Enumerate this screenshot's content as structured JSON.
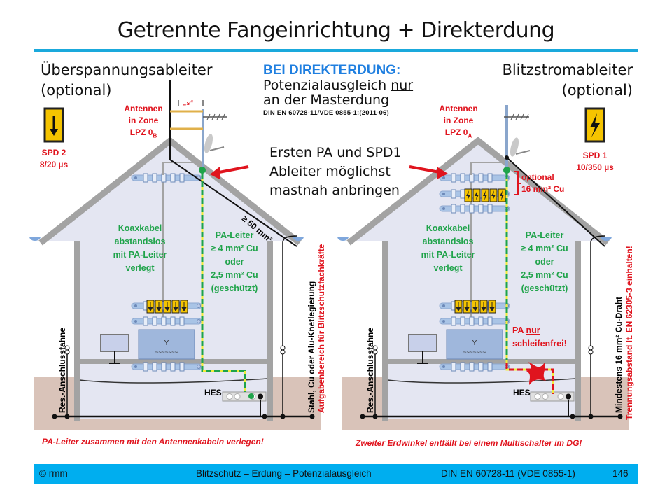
{
  "title": "Getrennte Fangeinrichtung + Direkterdung",
  "header_left": {
    "line1": "Überspannungsableiter",
    "line2": "(optional)"
  },
  "header_right": {
    "line1": "Blitzstromableiter",
    "line2": "(optional)"
  },
  "middle_note": {
    "heading": "BEI DIREKTERDUNG:",
    "line1_prefix": "Potenzialausgleich ",
    "line1_underlined": "nur",
    "line2": "an der Masterdung",
    "standard": "DIN EN 60728-11/VDE 0855-1:(2011-06)"
  },
  "callout": {
    "line1": "Ersten PA und SPD1",
    "line2": "Ableiter möglichst",
    "line3": "mastnah anbringen"
  },
  "left_diagram": {
    "spd_label": "SPD 2",
    "spd_rating": "8/20 µs",
    "spd_icon": "arrow-down-icon",
    "antenna_label": {
      "line1": "Antennen",
      "line2": "in Zone",
      "line3": "LPZ 0",
      "sub": "B"
    },
    "separation_label": "„s“",
    "conductor_label": "≥ 50 mm²",
    "coax_label": {
      "line1": "Koaxkabel",
      "line2": "abstandslos",
      "line3": "mit PA-Leiter",
      "line4": "verlegt"
    },
    "pa_label": {
      "line1": "PA-Leiter",
      "line2": "≥ 4 mm² Cu",
      "line3": "oder",
      "line4": "2,5 mm² Cu",
      "line5": "(geschützt)"
    },
    "hes_label": "HES",
    "earth_label": "Res.-Anschlussfahne",
    "down_conductor_label": "Stahl, Cu oder Alu-Knetlegierung",
    "responsibility_label": "Aufgabenbereich für Blitzschutzfachkräfte",
    "bottom_note": "PA-Leiter zusammen mit den Antennenkabeln verlegen!"
  },
  "right_diagram": {
    "spd_label": "SPD 1",
    "spd_rating": "10/350 µs",
    "spd_icon": "lightning-bolt-icon",
    "antenna_label": {
      "line1": "Antennen",
      "line2": "in  Zone",
      "line3": "LPZ 0",
      "sub": "A"
    },
    "optional_label": {
      "line1": "optional",
      "line2": "16 mm² Cu"
    },
    "coax_label": {
      "line1": "Koaxkabel",
      "line2": "abstandslos",
      "line3": "mit PA-Leiter",
      "line4": "verlegt"
    },
    "pa_label": {
      "line1": "PA-Leiter",
      "line2": "≥ 4 mm² Cu",
      "line3": "oder",
      "line4": "2,5 mm² Cu",
      "line5": "(geschützt)"
    },
    "loop_label": {
      "prefix": "PA ",
      "underlined": "nur",
      "line2": "schleifenfrei!"
    },
    "hes_label": "HES",
    "earth_label": "Res.-Anschlussfahne",
    "down_conductor_label": "Mindestens 16 mm² Cu-Draht",
    "separation_rule_label": "Trennungsabstand lt. EN 62305-3 einhalten!",
    "bottom_note": "Zweiter Erdwinkel entfällt bei einem Multischalter im DG!"
  },
  "footer": {
    "copyright": "© rmm",
    "topic": "Blitzschutz – Erdung – Potenzialausgleich",
    "standard": "DIN EN 60728-11 (VDE 0855-1)",
    "page": "146"
  },
  "colors": {
    "accent": "#00aeef",
    "rule": "#1aa9dc",
    "red": "#e0141e",
    "green": "#1fa34a",
    "blue_heading": "#1f7fe0",
    "spd_yellow": "#f5c400",
    "house_fill": "#e4e6f2",
    "house_wall": "#a3a3a3",
    "ground": "#d9c3b9"
  }
}
